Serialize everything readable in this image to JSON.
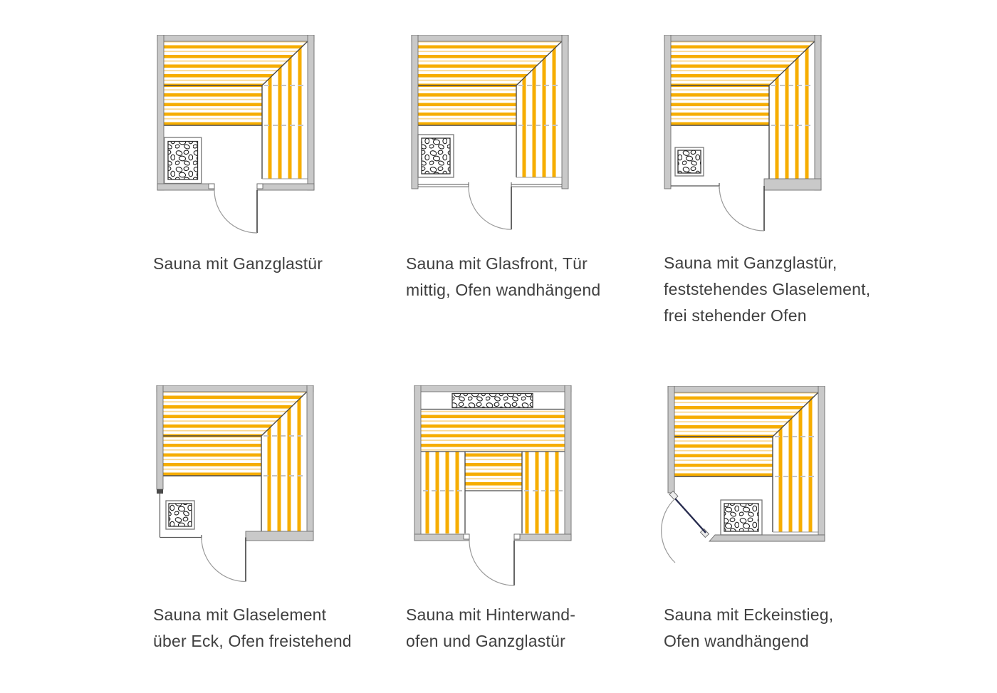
{
  "page": {
    "background": "#ffffff",
    "language": "de"
  },
  "colors": {
    "bench_yellow": "#F6AD00",
    "bench_yellow_pale": "#FBD993",
    "wall_gray": "#C9C9C9",
    "wall_outline": "#6E6E6E",
    "bench_outline": "#4A4A4A",
    "dashed_line_gray": "#C4C4C4",
    "door_arc_gray": "#999999",
    "corner_door_leaf_navy": "#272B4E",
    "caption_text": "#3F3F3F",
    "stone_outline": "#1C1C1C"
  },
  "plans": [
    {
      "id": "plan-1",
      "caption_lines": [
        "Sauna mit Ganzglastür"
      ]
    },
    {
      "id": "plan-2",
      "caption_lines": [
        "Sauna mit Glasfront, Tür",
        "mittig, Ofen wandhängend"
      ]
    },
    {
      "id": "plan-3",
      "caption_lines": [
        "Sauna mit Ganzglastür,",
        "feststehendes Glaselement,",
        "frei stehender Ofen"
      ]
    },
    {
      "id": "plan-4",
      "caption_lines": [
        "Sauna mit Glaselement",
        "über Eck, Ofen freistehend"
      ]
    },
    {
      "id": "plan-5",
      "caption_lines": [
        "Sauna mit Hinterwand-",
        "ofen und Ganzglastür"
      ]
    },
    {
      "id": "plan-6",
      "caption_lines": [
        "Sauna mit Eckeinstieg,",
        "Ofen wandhängend"
      ]
    }
  ]
}
